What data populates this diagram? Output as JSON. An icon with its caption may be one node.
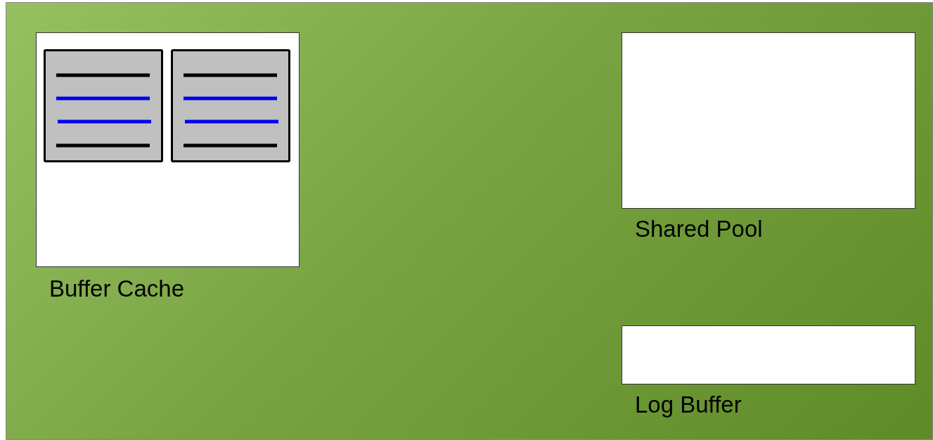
{
  "diagram": {
    "nodes": [
      {
        "text": [],
        "shape": "box"
      },
      {
        "text": [
          "Buffer Cache"
        ],
        "in": 0
      },
      {
        "text": [],
        "shape": "box",
        "in": 1
      },
      {
        "text": [],
        "shape": "box",
        "in": 1
      },
      {
        "text": [
          "Shared Pool"
        ],
        "in": 0
      },
      {
        "text": [
          "Log Buffer"
        ],
        "in": 0
      }
    ]
  }
}
